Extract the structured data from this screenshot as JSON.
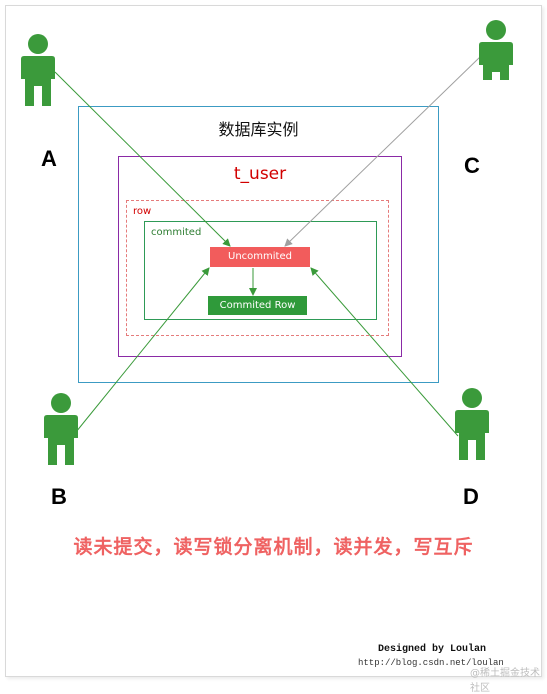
{
  "diagram": {
    "db_title": "数据库实例",
    "table_title": "t_user",
    "row_label": "row",
    "committed_label": "commited",
    "uncommitted_node": "Uncommited",
    "committed_node": "Commited Row",
    "users": [
      {
        "label": "A"
      },
      {
        "label": "B"
      },
      {
        "label": "C"
      },
      {
        "label": "D"
      }
    ],
    "caption": "读未提交，读写锁分离机制，读并发，写互斥",
    "signature": "Designed by Loulan",
    "signature_url": "http://blog.csdn.net/loulan",
    "watermark": "@稀土掘金技术社区",
    "colors": {
      "person": "#3b9a3b",
      "db_border": "#3c9bc3",
      "table_border": "#8a2aa6",
      "row_border": "#e57b7b",
      "committed_border": "#2e9a56",
      "uncommitted_fill": "#f25c5c",
      "committed_fill": "#2f9a3a",
      "caption": "#ef6262",
      "arrow_green": "#3a9a3a",
      "arrow_gray": "#a0a0a0"
    }
  }
}
